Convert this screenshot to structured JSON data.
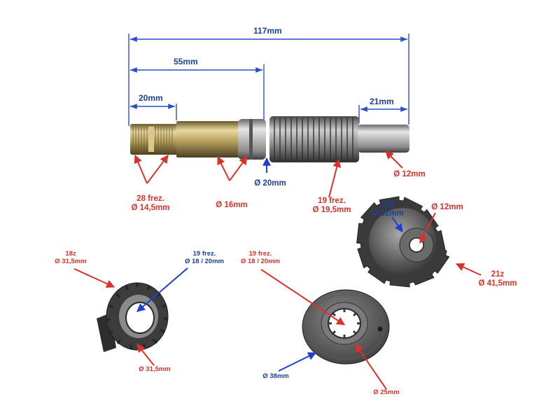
{
  "colors": {
    "dimension_line": "#2a4fc9",
    "red_arrow": "#d8322a",
    "blue_arrow": "#1f3fd1",
    "dimension_text": "#1c3f99",
    "red_text": "#d8322a",
    "metal_light": "#c9c9c9",
    "metal_dark": "#4a4a4a",
    "brass": "#b79a4a",
    "background": "#ffffff"
  },
  "dimensions": {
    "overall_length": "117mm",
    "length_55": "55mm",
    "length_20": "20mm",
    "length_21": "21mm"
  },
  "shaft_labels": {
    "spline_28_line1": "28 frez.",
    "spline_28_line2": "Ø 14,5mm",
    "dia_16": "Ø 16mm",
    "dia_20": "Ø 20mm",
    "spline_19_line1": "19 frez.",
    "spline_19_line2": "Ø 19,5mm",
    "dia_12": "Ø 12mm"
  },
  "gear_labels": {
    "teeth_18z_line1": "18Z",
    "teeth_18z_line2": "Ø 32mm",
    "bore_12": "Ø 12mm",
    "teeth_21z_line1": "21z",
    "teeth_21z_line2": "Ø 41,5mm"
  },
  "sleeve_labels": {
    "teeth_18z_line1": "18z",
    "teeth_18z_line2": "Ø 31,5mm",
    "spline_19_line1": "19 frez.",
    "spline_19_line2": "Ø 18 / 20mm",
    "outer_dia": "Ø 31,5mm"
  },
  "ring_labels": {
    "spline_19_line1": "19 frez.",
    "spline_19_line2": "Ø 18 / 20mm",
    "outer_dia": "Ø 38mm",
    "hub_dia": "Ø 25mm"
  },
  "icons": {
    "shaft": "kickstart-shaft-icon",
    "drive_gear": "drive-gear-icon",
    "ratchet_sleeve": "ratchet-sleeve-icon",
    "ratchet_ring": "ratchet-ring-icon"
  }
}
